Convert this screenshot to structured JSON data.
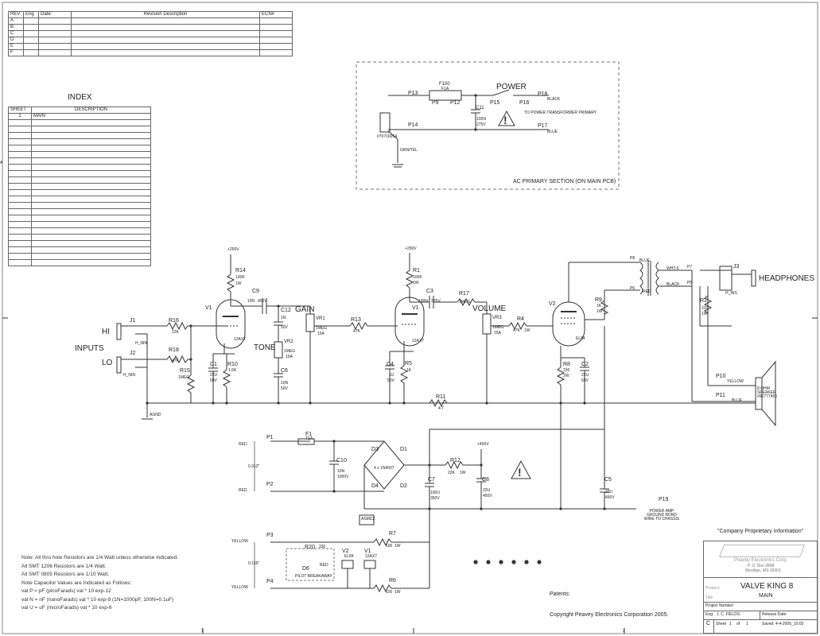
{
  "revision_table": {
    "headers": [
      "REV",
      "Eng",
      "Date:",
      "Revision Description",
      "ECN#"
    ],
    "rows": [
      "A",
      "B",
      "C",
      "D",
      "E",
      "F"
    ]
  },
  "index": {
    "title": "INDEX",
    "headers": [
      "SHEET",
      "DESCRIPTION"
    ],
    "rows": [
      {
        "sheet": "1",
        "description": "MAIN"
      }
    ]
  },
  "ac_section": {
    "title": "AC PRIMARY SECTION (ON MAIN PCB)",
    "power_label": "POWER",
    "fuse": "F100",
    "fuse_rating": "F1A",
    "cap": "C11",
    "cap_value": "100N",
    "cap_voltage": "275V",
    "part_number": "#70716054",
    "ground_wire": "GRN/YEL",
    "to_primary": "TO POWER TRANSFORMER PRIMARY",
    "pins": [
      "P13",
      "P9",
      "P12",
      "P14",
      "P15",
      "P16",
      "P18",
      "P17"
    ],
    "wire_black": "BLACK",
    "wire_blue": "BLUE"
  },
  "inputs": {
    "label": "INPUTS",
    "hi": "HI",
    "lo": "LO",
    "j1": "J1",
    "j2": "J2",
    "jack_note": "H_NIN",
    "ground": "AGND"
  },
  "preamp": {
    "v1": "V1",
    "tube": "12AX7",
    "r14": "R14",
    "r14_v": "100K",
    "r14_w": "1W",
    "c9": "C9",
    "c9_v": "10N",
    "c9_vv": "400V",
    "c12": "C12",
    "c12_v": "1N",
    "c12_vv": "50V",
    "r16": "R16",
    "r16_v": "22K",
    "r18": "R18",
    "r18_v": "47K",
    "r15": "R15",
    "r15_v": "1MEG",
    "c1": "C1",
    "c1_v": "22U",
    "c1_vv": "50V",
    "r10": "R10",
    "r10_v": "1.5K",
    "gain": "GAIN",
    "vr1": "VR1",
    "vr1_v": "1MEG",
    "vr1_t": "15A",
    "tone": "TONE",
    "vr2": "VR2",
    "vr2_v": "1MEG",
    "vr2_t": "15A",
    "c6": "C6",
    "c6_v": "10N",
    "c6_vv": "50V",
    "r13": "R13",
    "r13_v": "47K",
    "b_plus_1": "+250V"
  },
  "second_stage": {
    "r1": "R1",
    "r1_v": "100K",
    "r1_w": "1W",
    "c3": "C3",
    "c3_v": "100N",
    "c3_vv": "275V",
    "r17": "R17",
    "r17_v": "1MEG",
    "v1": "V1",
    "tube": "12AX7",
    "c4": "C4",
    "c4_v": "1U",
    "c4_vv": "50V",
    "r5": "R5",
    "r5_v": "1K",
    "volume": "VOLUME",
    "vr3": "VR3",
    "vr3_v": "1MEG",
    "vr3_t": "15A",
    "r4": "R4",
    "r4_v": "47K",
    "r4_w": "1W",
    "r11": "R11",
    "r11_v": "4.7",
    "b_plus_2": "+250V"
  },
  "power_amp": {
    "v2": "V2",
    "tube": "EL84",
    "r9": "R9",
    "r9_v": "1K",
    "r9_w": "1W",
    "r8": "R8",
    "r8_v": "150",
    "r8_w": "2W",
    "c2": "C2",
    "c2_v": "22U",
    "c2_vv": "63V",
    "r2": "R2",
    "r2_v": "220",
    "r2_w": "1W",
    "wire_blue": "BLUE",
    "wire_red": "RED",
    "wire_black": "BLACK",
    "wht": "WHT-5",
    "p8": "P8",
    "p6": "P6",
    "p7": "P7",
    "p5": "P5",
    "j3": "J3",
    "headphones": "HEADPHONES",
    "jack_note": "H_INS",
    "p10": "P10",
    "p10_w": "YELLOW",
    "p11": "P11",
    "p11_w": "BLUE",
    "speaker": "8 OHM SPEAKER #90777455"
  },
  "power_supply": {
    "p1": "P1",
    "p2": "P2",
    "wire_red": "RED",
    "f1": "F1",
    "f1_v": "T1A",
    "dim_top": "0.312\"",
    "c10": "C10",
    "c10_v": "10N",
    "c10_vv": "1000V",
    "d_labels": [
      "D3",
      "D1",
      "D4",
      "D2"
    ],
    "bridge": "4 x 1N4007",
    "r12": "R12",
    "r12_v": "22K",
    "r12_w": "1W",
    "c7": "C7",
    "c7_v": "100U",
    "c7_vv": "350V",
    "c8": "C8",
    "c8_v": "22U",
    "c8_vv": "450V",
    "c5": "C5",
    "c5_v": "22U",
    "c5_vv": "450V",
    "plus450": "+450V",
    "p19": "P19",
    "ground_note": "POWER AMP GROUND BOND WIRE TO CHASSIS",
    "heat_assy": "ASMDZ"
  },
  "heater": {
    "p3": "P3",
    "p4": "P4",
    "yellow": "YELLOW",
    "dim": "0.156\"",
    "r20": "R20",
    "r20_v": "330",
    "d6": "D6",
    "d6_v": "RED",
    "pilot": "PILOT BREAKAWAY",
    "v2": "V2",
    "v2_t": "EL84",
    "v1": "V1",
    "v1_t": "12AX7",
    "r7": "R7",
    "r7_v": "100",
    "r7_w": "1W",
    "r6": "R6",
    "r6_v": "100",
    "r6_w": "1W"
  },
  "notes": [
    "Note: All thru hole Resistors are 1/4 Watt unless otherwise indicated.",
    "All SMT 1206 Resistors are 1/4 Watt.",
    "All SMT 0805 Resistors are 1/10 Watt.",
    "Note Capacitor Values are Indicated as Follows:",
    "val P = pF (picoFarads) val * 10 exp-12",
    "val N = nF (nanoFarads) val * 10 exp-9 (1N=1000pF, 100N=0.1uF)",
    "val U = uF (microFarads) val * 10 exp-6"
  ],
  "footer": {
    "patents": "Patents:",
    "copyright": "Copyright Peavey Electronics Corporation 2005.",
    "proprietary": "\"Company Proprietary Information\"",
    "sheet_marks": [
      "1",
      "2"
    ],
    "side_marks": [
      "A"
    ]
  },
  "title_block": {
    "company": "Peavey Electronics Corp.",
    "address1": "P. O. Box 2898",
    "address2": "Meridian, MS 39301",
    "product_label": "Product:",
    "product": "VALVE KING 8",
    "title_label": "Title",
    "title": "MAIN",
    "project_label": "Project Number:",
    "eng_label": "Eng:",
    "eng": "J. C. FIELDS",
    "release_label": "Release Date:",
    "rev": "C",
    "sheet_label": "Sheet",
    "sheet": "1",
    "of_label": "of",
    "of": "1",
    "saved_label": "Saved:",
    "saved": "4-4-2005_10:03"
  },
  "colors": {
    "line": "#333333",
    "text": "#222222",
    "dashed": "#777777",
    "logo": "#bbbbbb"
  }
}
